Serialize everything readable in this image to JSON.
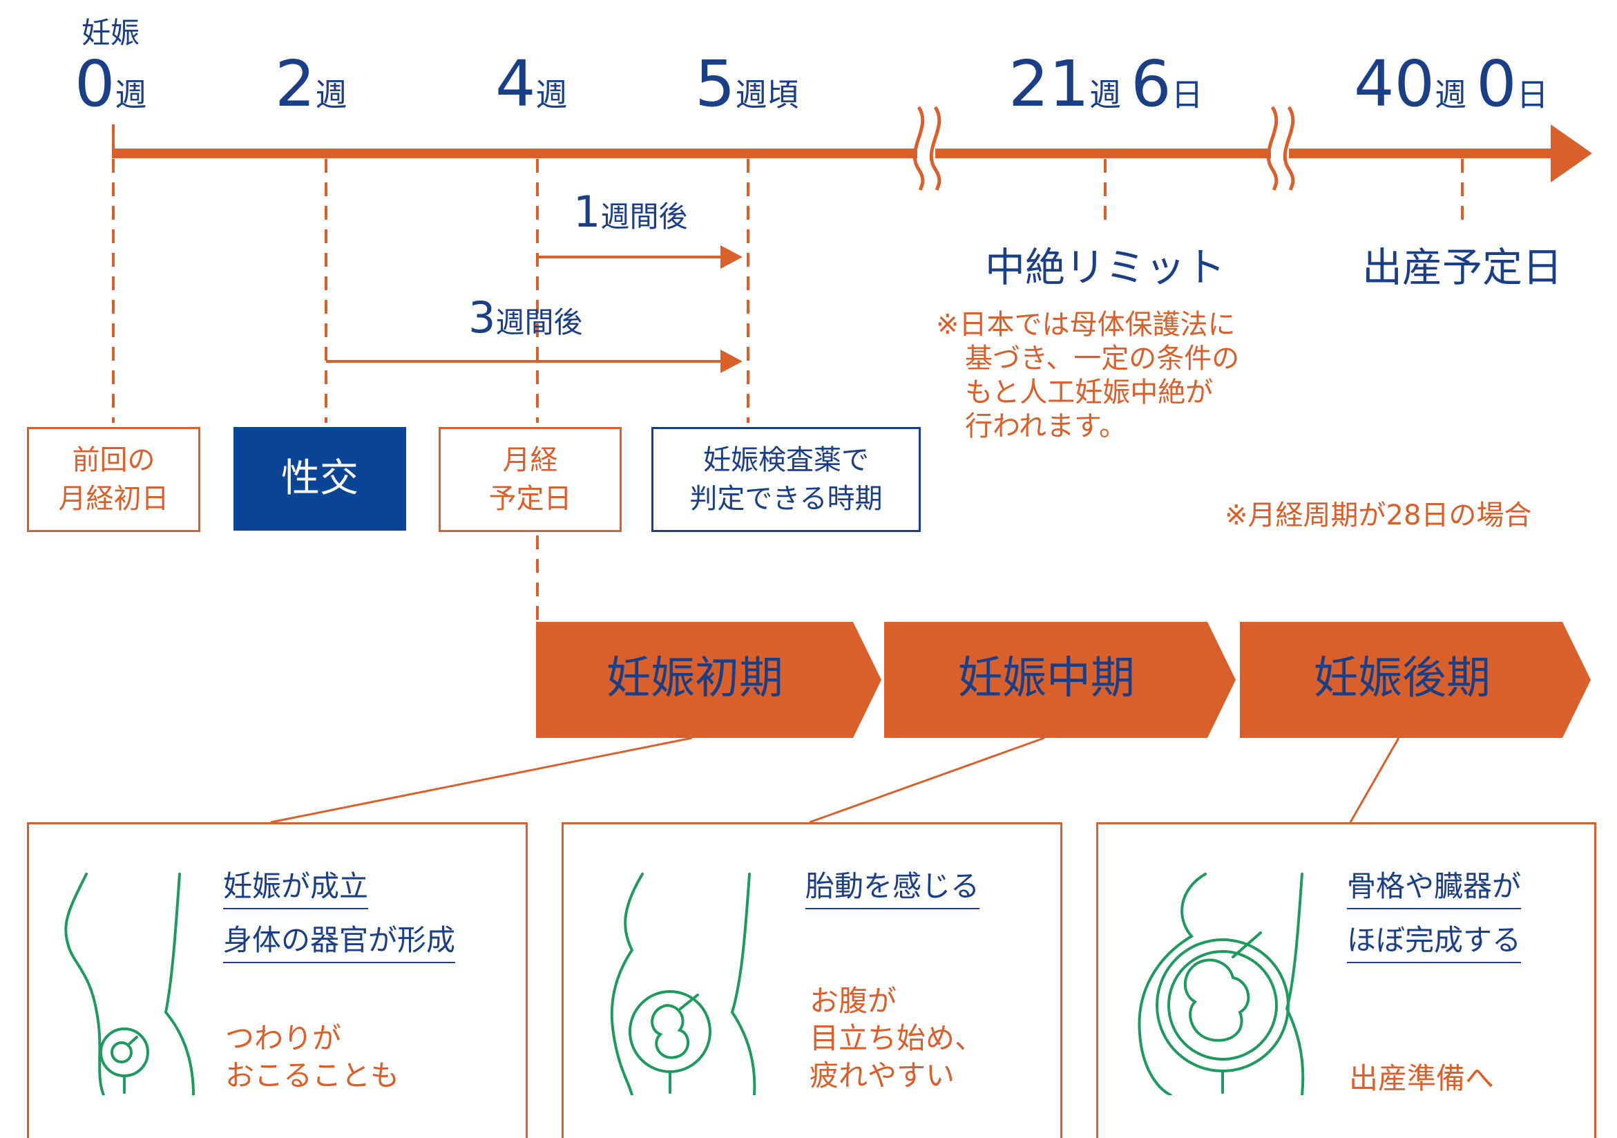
{
  "colors": {
    "orange": "#d95f2b",
    "navy": "#1b3f87",
    "dark_navy": "#0b4595",
    "green": "#1f9a5f"
  },
  "timeline": {
    "prefix": "妊娠",
    "weeks": [
      {
        "num": "0",
        "unit": "週",
        "num2": "",
        "unit2": ""
      },
      {
        "num": "2",
        "unit": "週",
        "num2": "",
        "unit2": ""
      },
      {
        "num": "4",
        "unit": "週",
        "num2": "",
        "unit2": ""
      },
      {
        "num": "5",
        "unit": "週頃",
        "num2": "",
        "unit2": ""
      },
      {
        "num": "21",
        "unit": "週",
        "num2": "6",
        "unit2": "日"
      },
      {
        "num": "40",
        "unit": "週",
        "num2": "0",
        "unit2": "日"
      }
    ]
  },
  "events": {
    "abortion_limit": "中絶リミット",
    "due_date": "出産予定日"
  },
  "note_law": [
    "※日本では母体保護法に",
    "基づき、一定の条件の",
    "もと人工妊娠中絶が",
    "行われます。"
  ],
  "note_cycle": "※月経周期が28日の場合",
  "boxes": {
    "last_period": "前回の\n月経初日",
    "intercourse": "性交",
    "expected_period": "月経\n予定日",
    "test_period": "妊娠検査薬で\n判定できる時期"
  },
  "arrows": {
    "one_week": {
      "num": "1",
      "unit": "週間後"
    },
    "three_weeks": {
      "num": "3",
      "unit": "週間後"
    }
  },
  "phases": [
    "妊娠初期",
    "妊娠中期",
    "妊娠後期"
  ],
  "panels": [
    {
      "features": [
        "妊娠が成立",
        "身体の器官が形成"
      ],
      "sub": "つわりが\nおこることも",
      "icon": "early-pregnancy-icon"
    },
    {
      "features": [
        "胎動を感じる"
      ],
      "sub": "お腹が\n目立ち始め、\n疲れやすい",
      "icon": "mid-pregnancy-icon"
    },
    {
      "features": [
        "骨格や臓器が",
        "ほぼ完成する"
      ],
      "sub": "出産準備へ",
      "icon": "late-pregnancy-icon"
    }
  ]
}
